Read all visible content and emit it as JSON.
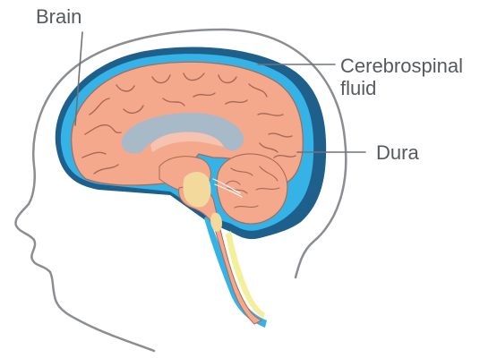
{
  "labels": {
    "brain": "Brain",
    "csf_line1": "Cerebrospinal",
    "csf_line2": "fluid",
    "dura": "Dura"
  },
  "colors": {
    "head_outline": "#8a8d91",
    "dura": "#1e5f8c",
    "csf": "#35b2e6",
    "brain": "#f4a98d",
    "brain_folds": "#a86a55",
    "ventricle": "#a8b9c8",
    "corpus_callosum": "#f6c3b0",
    "brainstem_core": "#f3d99b",
    "spinal_canal": "#f3ef9c",
    "leader_line": "#6f7378",
    "label_text": "#555a60"
  }
}
